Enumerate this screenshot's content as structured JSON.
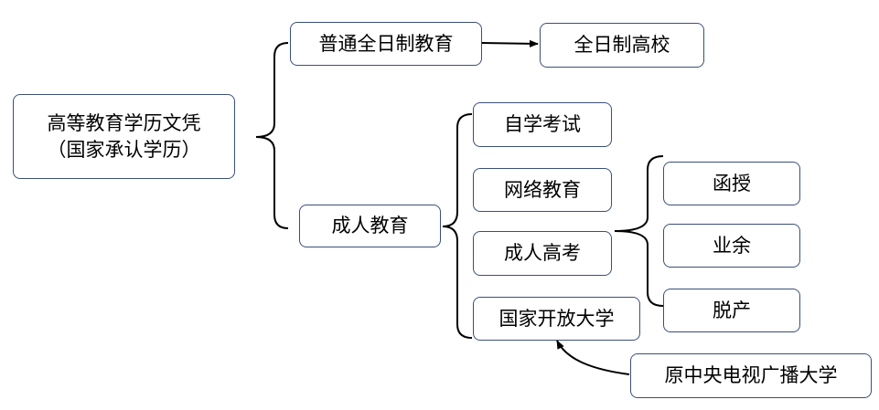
{
  "diagram": {
    "root": {
      "line1": "高等教育学历文凭",
      "line2": "（国家承认学历）"
    },
    "regular": "普通全日制教育",
    "fulltime_college": "全日制高校",
    "adult": "成人教育",
    "self_study": "自学考试",
    "online": "网络教育",
    "adult_exam": "成人高考",
    "open_university": "国家开放大学",
    "correspondence": "函授",
    "spare_time": "业余",
    "off_job": "脱产",
    "former_tv_university": "原中央电视广播大学"
  },
  "colors": {
    "border": "#3a4f7a",
    "line": "#000000",
    "text": "#000000"
  }
}
